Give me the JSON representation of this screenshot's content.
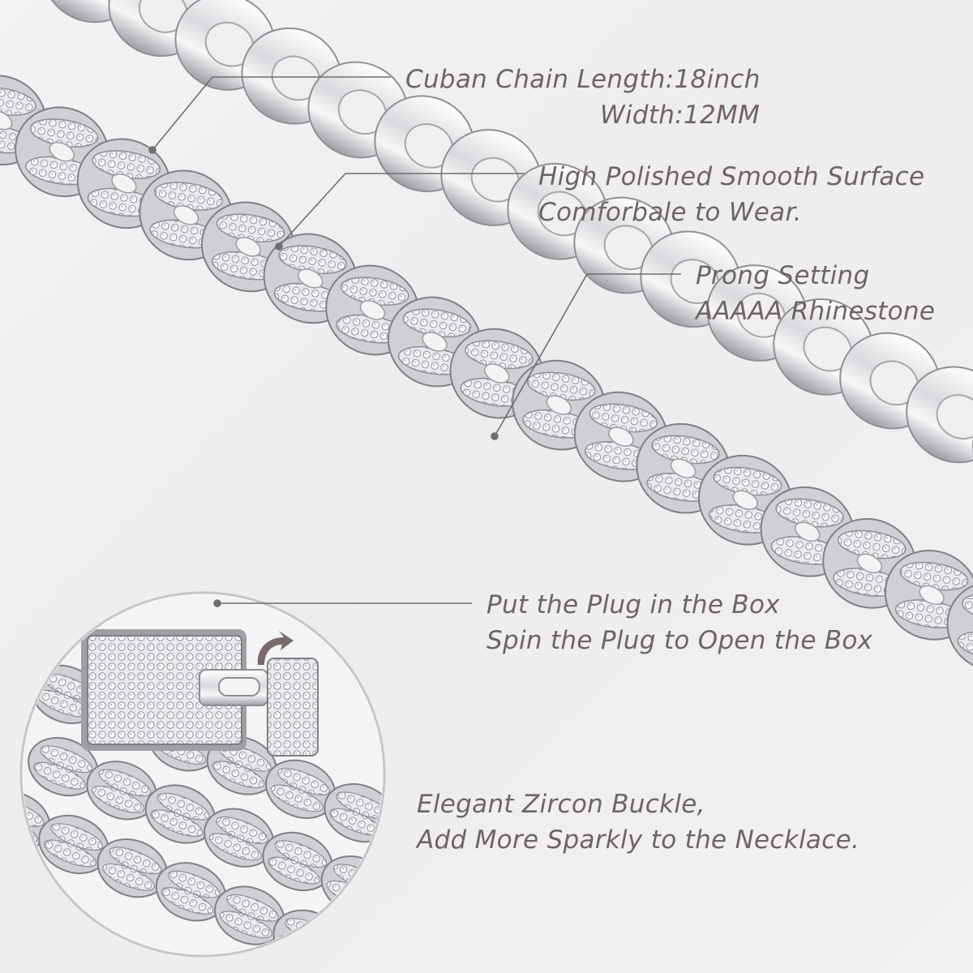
{
  "annotations": [
    {
      "id": "length",
      "lines": [
        "Cuban Chain Length:18inch",
        "Width:12MM"
      ]
    },
    {
      "id": "surface",
      "lines": [
        "High Polished Smooth Surface",
        "Comforbale to Wear."
      ]
    },
    {
      "id": "setting",
      "lines": [
        "Prong Setting",
        "AAAAA Rhinestone"
      ]
    },
    {
      "id": "clasp",
      "lines": [
        "Put the Plug in the Box",
        "Spin the Plug to Open the Box"
      ]
    },
    {
      "id": "buckle",
      "lines": [
        "Elegant Zircon Buckle,",
        "Add More Sparkly to the Necklace."
      ]
    }
  ],
  "colors": {
    "text": "#6f6367",
    "leader_line": "#6f6f6f",
    "metal": "#dcdde0",
    "background": "#f1f1f2"
  }
}
